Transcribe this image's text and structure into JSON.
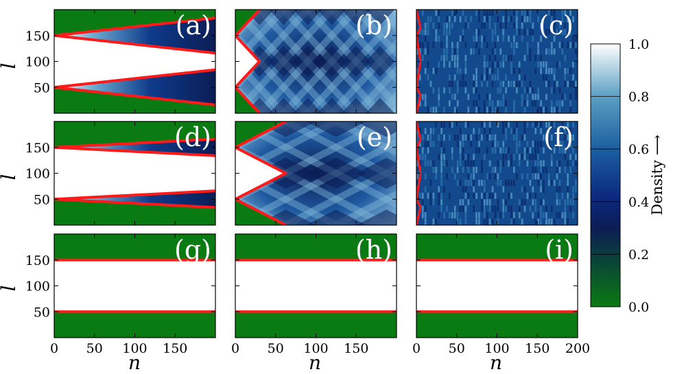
{
  "chart_data": {
    "type": "heatmap",
    "grid": "3x3",
    "xlabel": "n",
    "ylabel": "l",
    "xlim": [
      0,
      200
    ],
    "ylim": [
      0,
      200
    ],
    "xticks": [
      "0",
      "50",
      "100",
      "150"
    ],
    "xticks_last_column": [
      "0",
      "50",
      "100",
      "150",
      "200"
    ],
    "yticks": [
      "50",
      "100",
      "150"
    ],
    "panels": [
      {
        "label": "(a)",
        "pattern": "wedge",
        "boundary_speed": 0.17
      },
      {
        "label": "(b)",
        "pattern": "diamond",
        "boundary_speed": 1.67
      },
      {
        "label": "(c)",
        "pattern": "noise",
        "boundary_speed": 20
      },
      {
        "label": "(d)",
        "pattern": "wedge",
        "boundary_speed": 0.08
      },
      {
        "label": "(e)",
        "pattern": "diamond",
        "boundary_speed": 0.8
      },
      {
        "label": "(f)",
        "pattern": "noise",
        "boundary_speed": 10
      },
      {
        "label": "(g)",
        "pattern": "flat",
        "boundary_speed": 0
      },
      {
        "label": "(h)",
        "pattern": "flat",
        "boundary_speed": 0
      },
      {
        "label": "(i)",
        "pattern": "flat",
        "boundary_speed": 0
      }
    ],
    "initial_region": [
      50,
      150
    ],
    "colorbar": {
      "label": "Density ⟶",
      "range": [
        0.0,
        1.0
      ],
      "ticks": [
        "0.0",
        "0.2",
        "0.4",
        "0.6",
        "0.8",
        "1.0"
      ],
      "colors": [
        "#0a7a12",
        "#0b1d55",
        "#0c2a80",
        "#1c5fa0",
        "#5b9fc4",
        "#ffffff"
      ]
    },
    "boundary_color": "#ff1a1a",
    "outside_color": "#0a7a12"
  }
}
